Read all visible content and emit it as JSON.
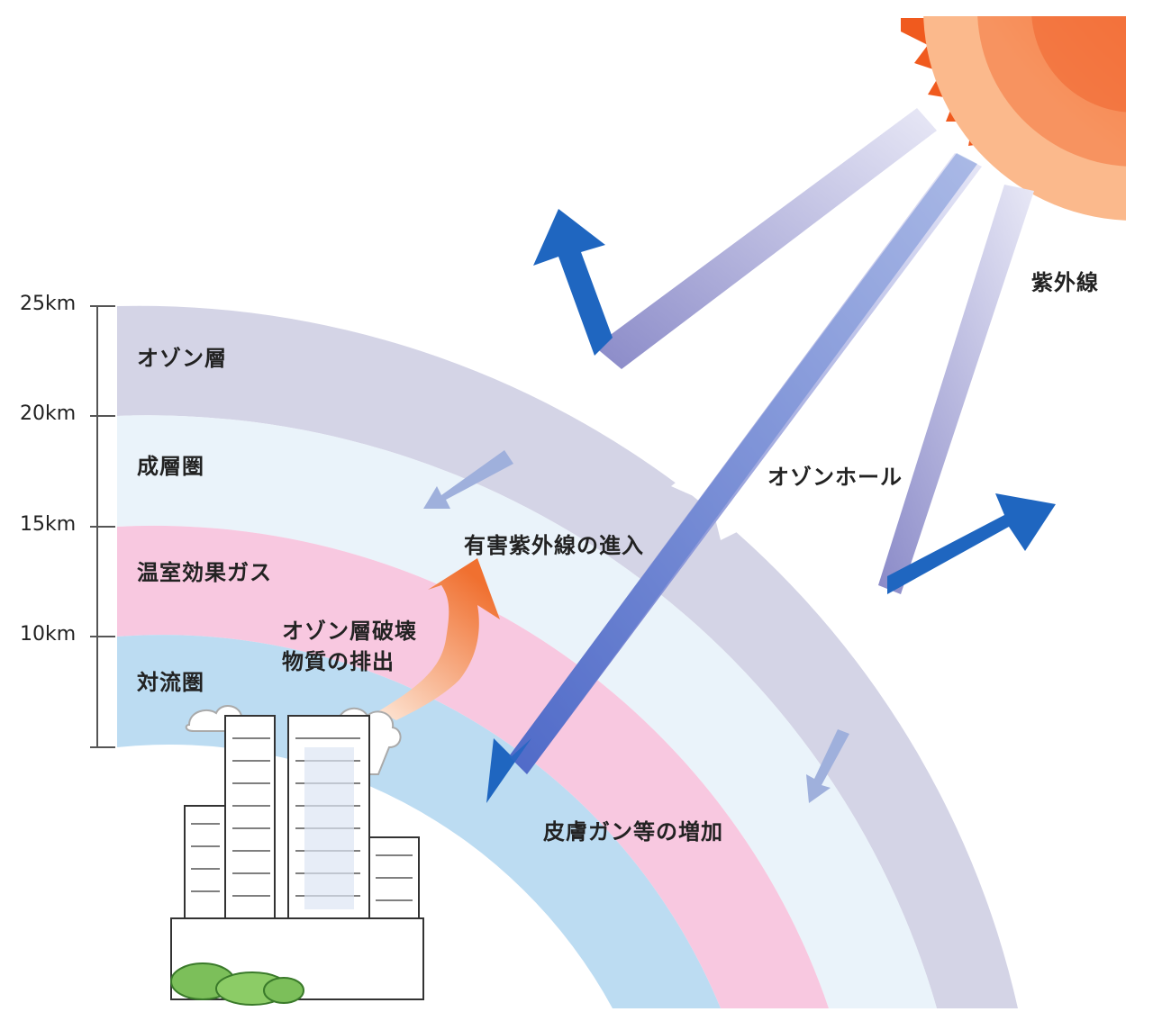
{
  "altitude_ticks": [
    "25km",
    "20km",
    "15km",
    "10km"
  ],
  "layers": {
    "ozone": "オゾン層",
    "stratosphere": "成層圏",
    "greenhouse": "温室効果ガス",
    "troposphere": "対流圏"
  },
  "annotations": {
    "uv": "紫外線",
    "ozone_hole": "オゾンホール",
    "harmful_uv_entry": "有害紫外線の進入",
    "depleting_emission_line1": "オゾン層破壊",
    "depleting_emission_line2": "物質の排出",
    "skin_cancer": "皮膚ガン等の増加"
  },
  "colors": {
    "ozone_band": "#d4d4e6",
    "stratosphere_band": "#eaf3fa",
    "greenhouse_band": "#f8c8e0",
    "troposphere_band": "#bcdcf2",
    "uv_beam": "#a8a8d8",
    "reflected_arrow": "#1f66c0",
    "sun": "#f47a38",
    "emission_arrow": "#f08c50"
  }
}
